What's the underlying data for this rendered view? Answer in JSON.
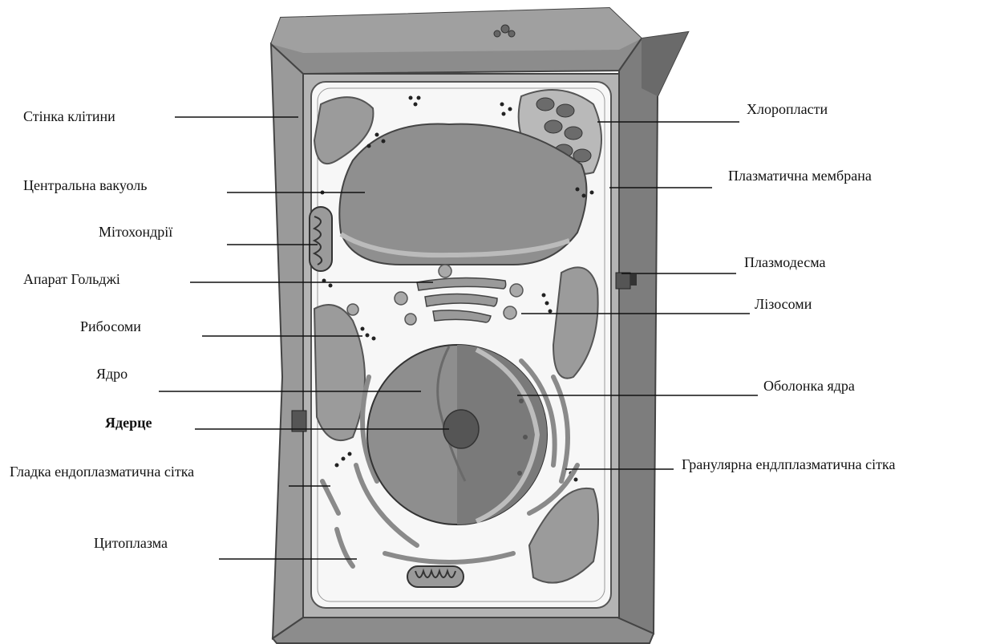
{
  "diagram": {
    "labels": {
      "cell_wall": "Стінка клітини",
      "central_vacuole": "Центральна вакуоль",
      "mitochondria": "Мітохондрії",
      "golgi": "Апарат Гольджі",
      "ribosomes": "Рибосоми",
      "nucleus": "Ядро",
      "nucleolus": "Ядерце",
      "smooth_er": "Гладка ендоплазматична сітка",
      "cytoplasm": "Цитоплазма",
      "chloroplasts": "Хлоропласти",
      "plasma_membrane": "Плазматична мембрана",
      "plasmodesma": "Плазмодесма",
      "lysosomes": "Лізосоми",
      "nuclear_envelope": "Оболонка ядра",
      "rough_er": "Гранулярна ендлплазматична сітка"
    }
  }
}
